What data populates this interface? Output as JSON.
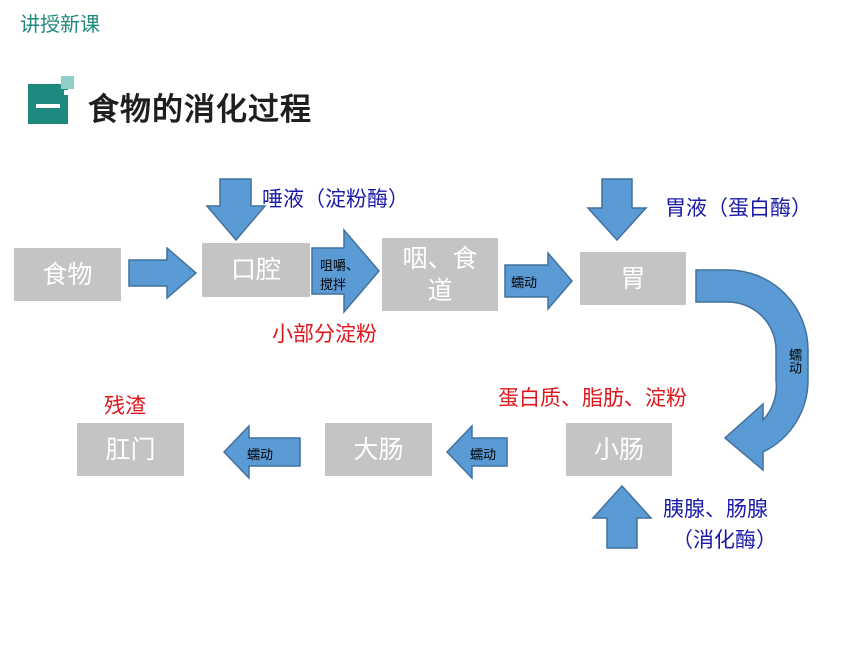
{
  "header": {
    "section_tag": "讲授新课"
  },
  "title": {
    "number": "一",
    "text": "食物的消化过程"
  },
  "nodes": {
    "food": "食物",
    "mouth": "口腔",
    "pharynx_esophagus": "咽、食道",
    "stomach": "胃",
    "small_intestine": "小肠",
    "large_intestine": "大肠",
    "anus": "肛门"
  },
  "arrow_labels": {
    "mouth_to_pharynx_line1": "咀嚼、",
    "mouth_to_pharynx_line2": "搅拌",
    "esophagus_to_stomach": "蠕动",
    "stomach_to_small_intestine": "蠕动",
    "small_to_large": "蠕动",
    "large_to_anus": "蠕动"
  },
  "annotations": {
    "saliva": "唾液（淀粉酶）",
    "gastric_juice": "胃液（蛋白酶）",
    "mouth_digests": "小部分淀粉",
    "small_intestine_digests": "蛋白质、脂肪、淀粉",
    "pancreas_line1": "胰腺、肠腺",
    "pancreas_line2": "（消化酶）",
    "residue": "残渣"
  },
  "colors": {
    "arrow_fill": "#5b9bd5",
    "arrow_stroke": "#41719c",
    "box_fill": "#c4c4c4",
    "accent_teal": "#1e8a7e",
    "label_blue": "#1a1aa8",
    "label_red": "#e0161c"
  }
}
